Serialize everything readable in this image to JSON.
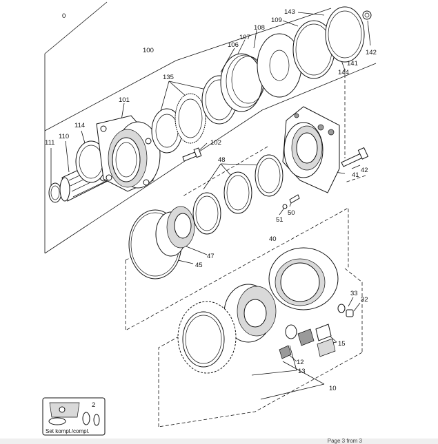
{
  "diagram": {
    "callouts": [
      "0",
      "100",
      "101",
      "102",
      "106",
      "107",
      "108",
      "109",
      "110",
      "111",
      "114",
      "135",
      "141",
      "142",
      "143",
      "144",
      "42",
      "41",
      "48",
      "50",
      "51",
      "40",
      "47",
      "45",
      "33",
      "32",
      "15",
      "12",
      "13",
      "10",
      "2"
    ],
    "kit_label": "Set kompl./compl.",
    "kit_number": "2"
  },
  "footer": {
    "page_text": "Page 3 from 3"
  }
}
